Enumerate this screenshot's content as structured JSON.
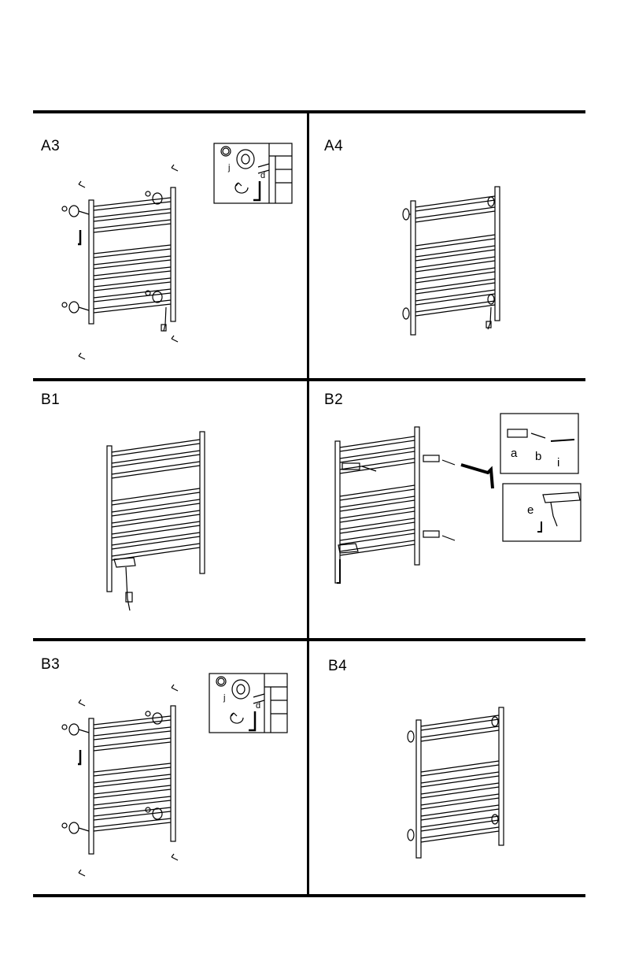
{
  "panels": {
    "a3": {
      "label": "A3",
      "callout_part_1": "j",
      "callout_part_2": "d",
      "part_near_rack": "j"
    },
    "a4": {
      "label": "A4"
    },
    "b1": {
      "label": "B1"
    },
    "b2": {
      "label": "B2",
      "part_a": "a",
      "part_b": "b",
      "part_i": "i",
      "part_e": "e"
    },
    "b3": {
      "label": "B3",
      "callout_part_1": "j",
      "callout_part_2": "d",
      "part_near_rack": "j"
    },
    "b4": {
      "label": "B4"
    }
  }
}
